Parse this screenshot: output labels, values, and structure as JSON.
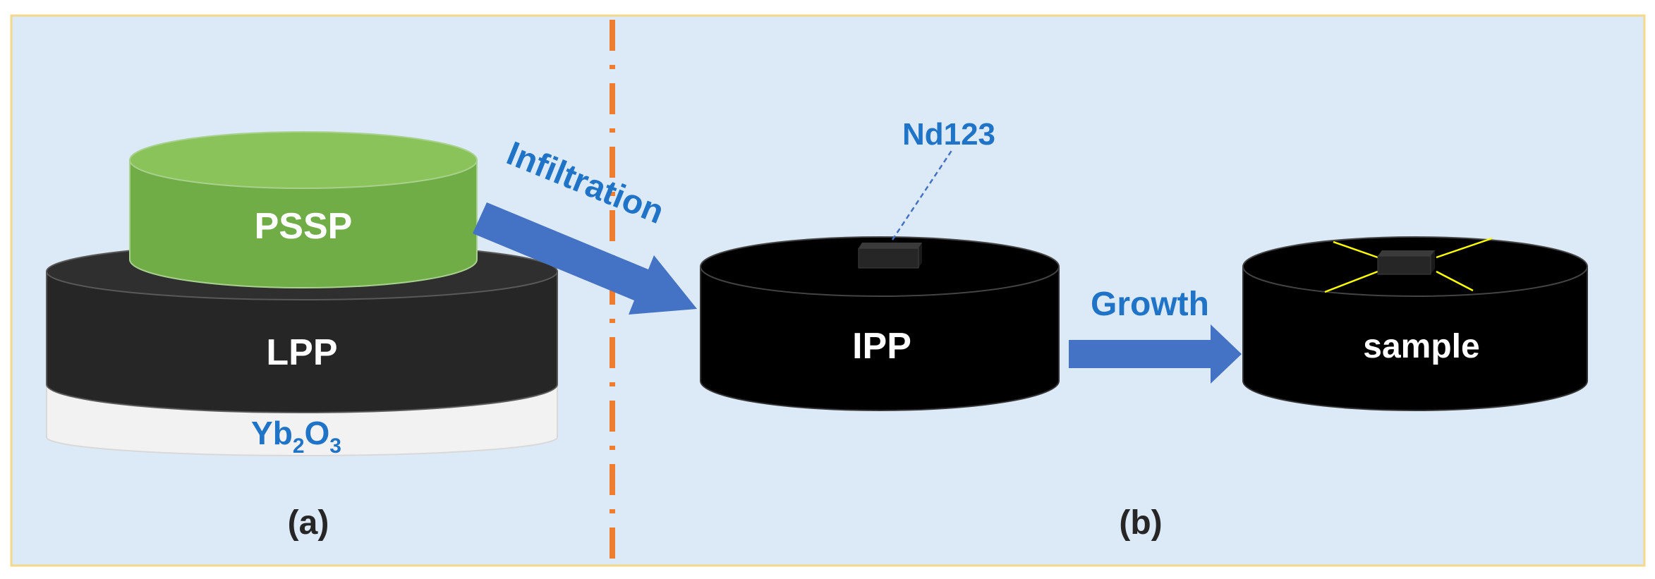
{
  "colors": {
    "background": "#dce9f6",
    "frame_border": "#f5d98a",
    "divider": "#ef7d2f",
    "pssp_fill": "#70ad47",
    "pssp_top": "#8ac35a",
    "lpp_fill": "#262626",
    "lpp_top": "#2f2f2f",
    "yb_fill": "#f2f2f2",
    "pellet_fill": "#000000",
    "arrow": "#4472c4",
    "blue_text": "#1f74c7",
    "seed": "#262626",
    "yellow_lines": "#ffff00"
  },
  "panel_a": {
    "top_label": "PSSP",
    "middle_label": "LPP",
    "bottom_label_main": "Yb",
    "bottom_label_sub1": "2",
    "bottom_label_mid": "O",
    "bottom_label_sub2": "3",
    "caption": "(a)"
  },
  "transition": {
    "label": "Infiltration"
  },
  "panel_b": {
    "seed_label": "Nd123",
    "ipp_label": "IPP",
    "arrow_label": "Growth",
    "sample_label": "sample",
    "caption": "(b)"
  }
}
